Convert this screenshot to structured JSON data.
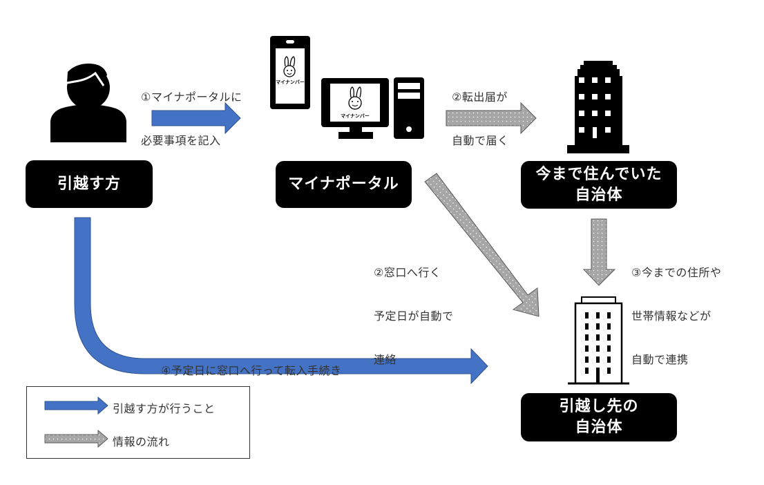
{
  "diagram": {
    "nodes": {
      "mover": {
        "label": "引越す方"
      },
      "portal": {
        "label": "マイナポータル",
        "mascot_text": "マイナンバー"
      },
      "old_municipality": {
        "label_lines": [
          "今まで住んでいた",
          "自治体"
        ]
      },
      "new_municipality": {
        "label_lines": [
          "引越し先の",
          "自治体"
        ]
      }
    },
    "steps": {
      "step1": {
        "lines": [
          "①マイナポータルに",
          "必要事項を記入"
        ]
      },
      "step2a": {
        "lines": [
          "②転出届が",
          "自動で届く"
        ]
      },
      "step2b": {
        "lines": [
          "②窓口へ行く",
          "予定日が自動で",
          "連絡"
        ]
      },
      "step3": {
        "lines": [
          "③今までの住所や",
          "世帯情報などが",
          "自動で連携"
        ]
      },
      "step4": {
        "lines": [
          "④予定日に窓口へ行って転入手続き"
        ]
      }
    },
    "legend": {
      "items": [
        {
          "label": "引越す方が行うこと",
          "style": "action"
        },
        {
          "label": "情報の流れ",
          "style": "info"
        }
      ]
    },
    "colors": {
      "action_arrow": "#4472c4",
      "action_arrow_stroke": "#2f528f",
      "info_arrow": "#a6a6a6",
      "info_arrow_stroke": "#595959",
      "node_box": "#000000",
      "node_text": "#ffffff"
    }
  }
}
